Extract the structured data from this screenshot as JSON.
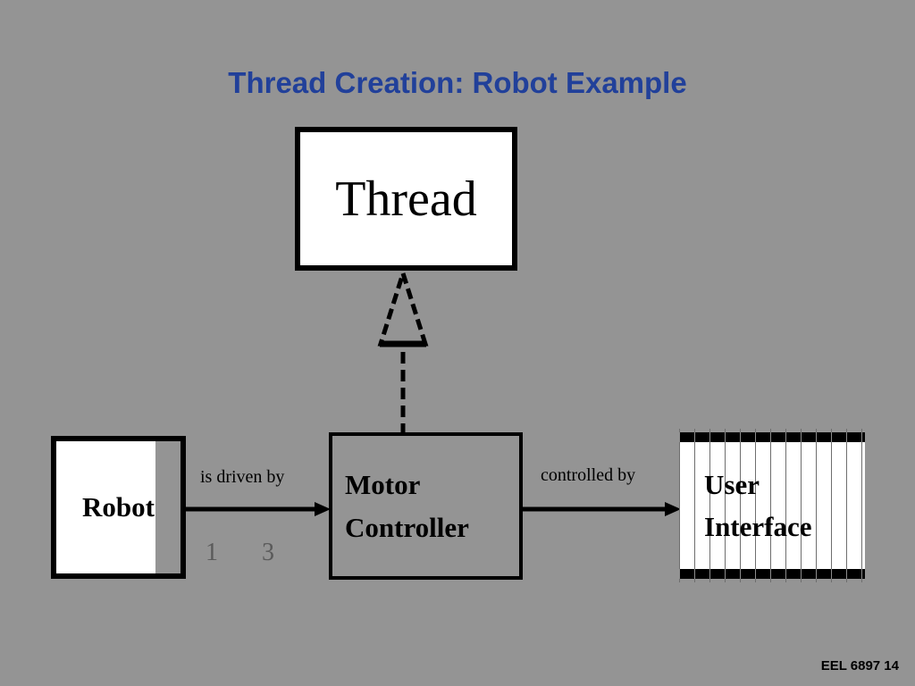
{
  "slide": {
    "title": "Thread Creation: Robot Example",
    "footer": "EEL 6897  14",
    "background_color": "#949494",
    "title_color": "#21409A"
  },
  "diagram": {
    "type": "uml-class-diagram",
    "nodes": [
      {
        "id": "thread",
        "label": "Thread",
        "style": "white-filled-thick-border",
        "fill_color": "#ffffff",
        "border_color": "#000000"
      },
      {
        "id": "robot",
        "label": "Robot",
        "style": "white-filled-thick-border-with-gray-strip",
        "fill_color": "#ffffff",
        "border_color": "#000000"
      },
      {
        "id": "motor-controller",
        "label_line1": "Motor",
        "label_line2": "Controller",
        "style": "transparent-fill-black-border",
        "fill_color": "transparent",
        "border_color": "#000000"
      },
      {
        "id": "user-interface",
        "label_line1": "User",
        "label_line2": "Interface",
        "style": "vertically-striped-fill",
        "fill_color": "#ffffff",
        "stripe_color": "#6e6e6e",
        "border_color": "#000000"
      }
    ],
    "edges": [
      {
        "id": "robot-to-motor-controller",
        "from": "robot",
        "to": "motor-controller",
        "label": "is driven by",
        "source_multiplicity": "1",
        "target_multiplicity": "3",
        "arrow": "solid-filled-arrowhead"
      },
      {
        "id": "motor-controller-to-user-interface",
        "from": "motor-controller",
        "to": "user-interface",
        "label": "controlled by",
        "arrow": "solid-filled-arrowhead"
      },
      {
        "id": "motor-controller-realizes-thread",
        "from": "motor-controller",
        "to": "thread",
        "label": "",
        "arrow": "dashed-hollow-triangle-generalization"
      }
    ]
  }
}
